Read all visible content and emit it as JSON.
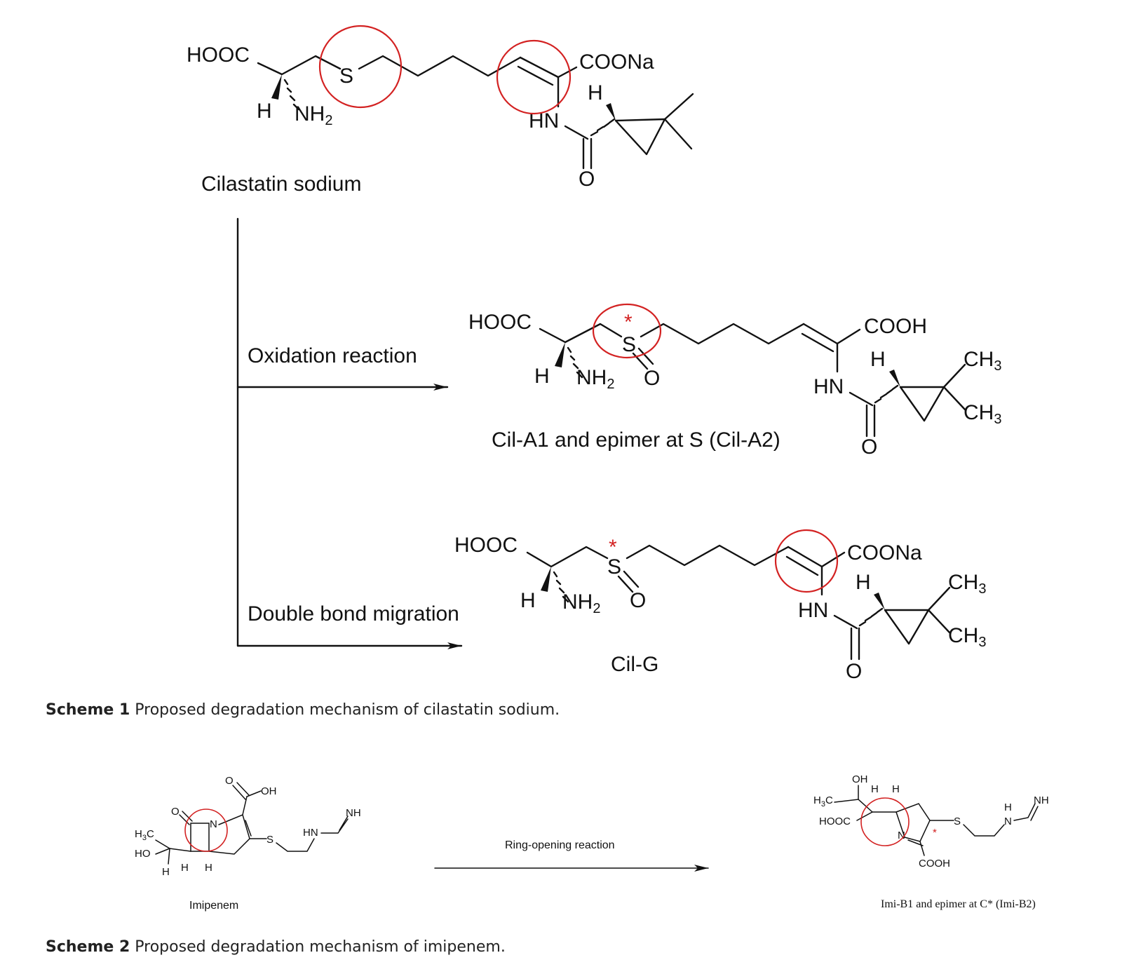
{
  "scheme1": {
    "start_compound": "Cilastatin sodium",
    "arrow1_label": "Oxidation reaction",
    "arrow2_label": "Double bond migration",
    "product1": "Cil-A1 and epimer at S (Cil-A2)",
    "product2": "Cil-G",
    "caption_bold": "Scheme 1",
    "caption_text": " Proposed degradation mechanism of cilastatin sodium."
  },
  "scheme2": {
    "start_compound": "Imipenem",
    "arrow_label": "Ring-opening reaction",
    "product": "Imi-B1 and epimer at C* (Imi-B2)",
    "caption_bold": "Scheme 2",
    "caption_text": " Proposed degradation mechanism of imipenem."
  },
  "atoms": {
    "hooc": "HOOC",
    "cooh": "COOH",
    "coona": "COONa",
    "s": "S",
    "o": "O",
    "h": "H",
    "hn": "HN",
    "n": "N",
    "nh": "NH",
    "nh2_base": "NH",
    "sub2": "2",
    "sub3": "3",
    "ch_base": "CH",
    "h3c_h": "H",
    "h3c_c": "C",
    "oh": "OH",
    "ho": "HO",
    "star": "*"
  },
  "colors": {
    "highlight": "#d32222",
    "ink": "#111111"
  }
}
